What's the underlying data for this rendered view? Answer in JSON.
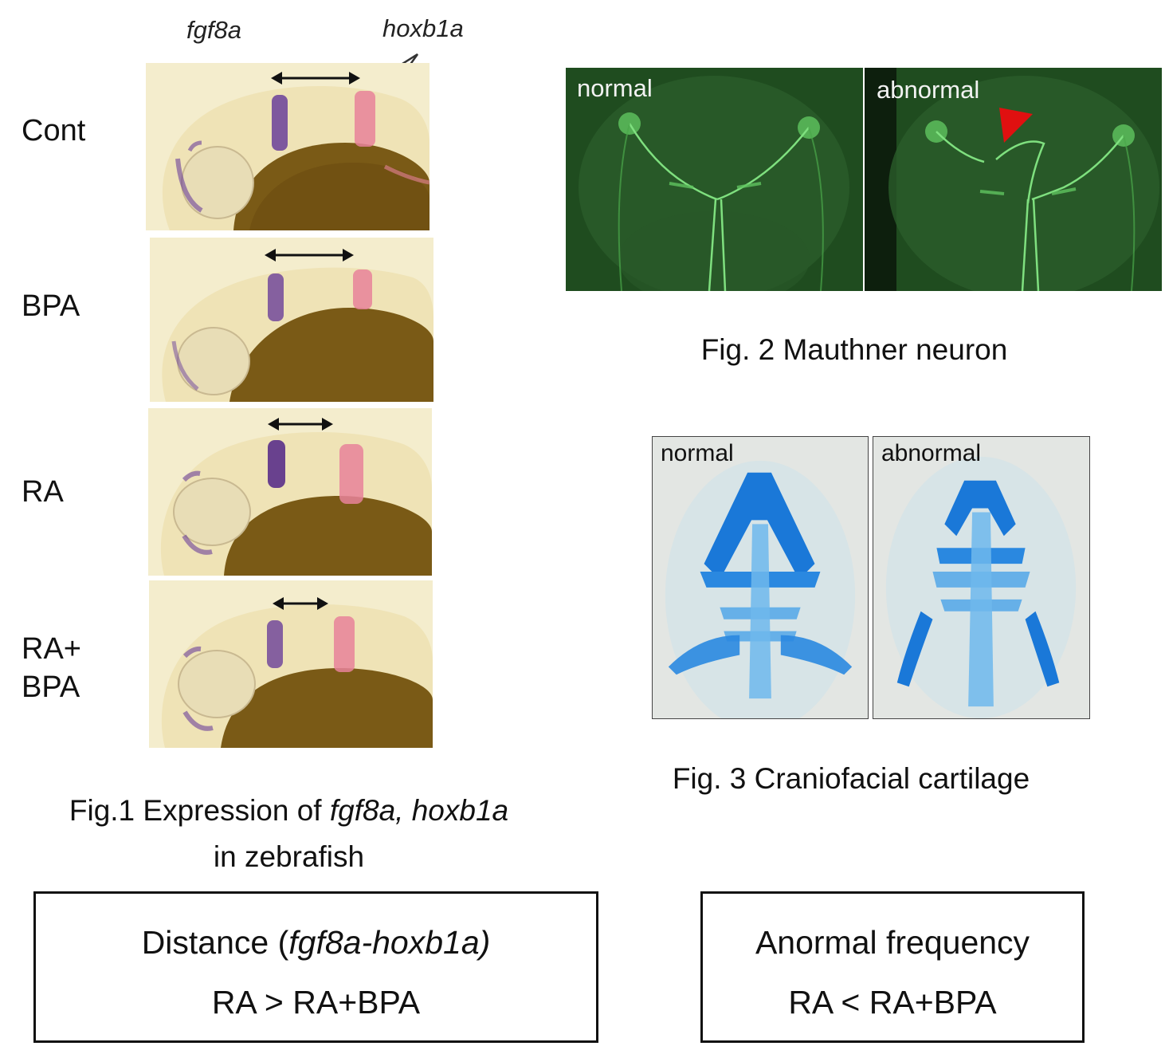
{
  "fig1": {
    "gene_label_left": "fgf8a",
    "gene_label_right": "hoxb1a",
    "rows": [
      {
        "label": "Cont"
      },
      {
        "label": "BPA"
      },
      {
        "label": "RA"
      },
      {
        "label": "RA+",
        "label2": "BPA"
      }
    ],
    "caption_prefix": "Fig.1  Expression of ",
    "caption_genes": "fgf8a, hoxb1a",
    "caption_line2": "in zebrafish",
    "colors": {
      "fgf8a_stain": "#6a3f9a",
      "hoxb1a_stain": "#e8839a",
      "yolk": "#7a5a16"
    }
  },
  "fig2": {
    "panel_left_label": "normal",
    "panel_right_label": "abnormal",
    "caption": "Fig. 2  Mauthner neuron",
    "arrowhead_color": "#e01010"
  },
  "fig3": {
    "panel_left_label": "normal",
    "panel_right_label": "abnormal",
    "caption": "Fig. 3  Craniofacial cartilage",
    "cartilage_color": "#1a78d8"
  },
  "summary": {
    "left": {
      "title_prefix": "Distance (",
      "title_genes": "fgf8a-hoxb1a)",
      "comparison": "RA > RA+BPA"
    },
    "right": {
      "title": "Anormal frequency",
      "comparison": "RA < RA+BPA"
    }
  }
}
